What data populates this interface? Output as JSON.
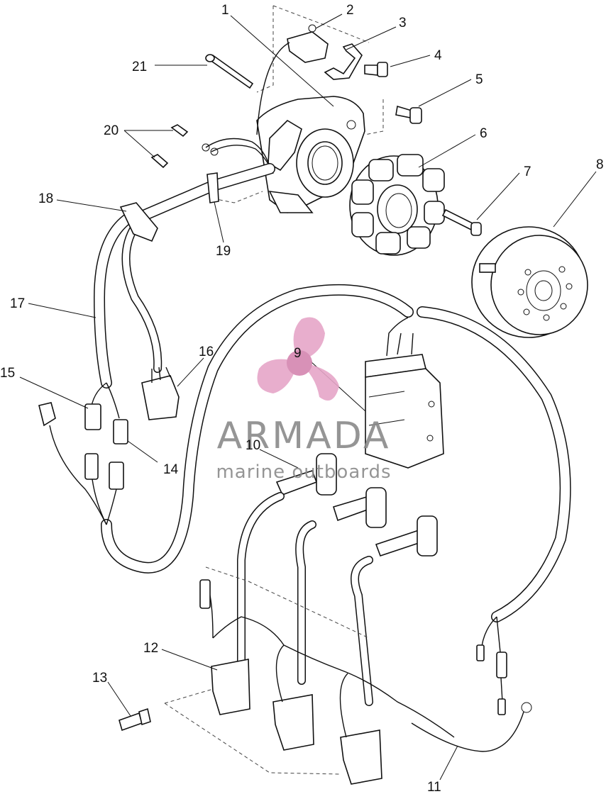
{
  "watermark": {
    "brand": "ARMADA",
    "tagline": "marine outboards",
    "accent_color": "#e6a6c8"
  },
  "callouts": [
    "1",
    "2",
    "3",
    "4",
    "5",
    "6",
    "7",
    "8",
    "9",
    "10",
    "11",
    "12",
    "13",
    "14",
    "15",
    "16",
    "17",
    "18",
    "19",
    "20",
    "21"
  ],
  "colors": {
    "line": "#111111",
    "background": "#ffffff",
    "watermark_text": "#8a8a8a"
  }
}
